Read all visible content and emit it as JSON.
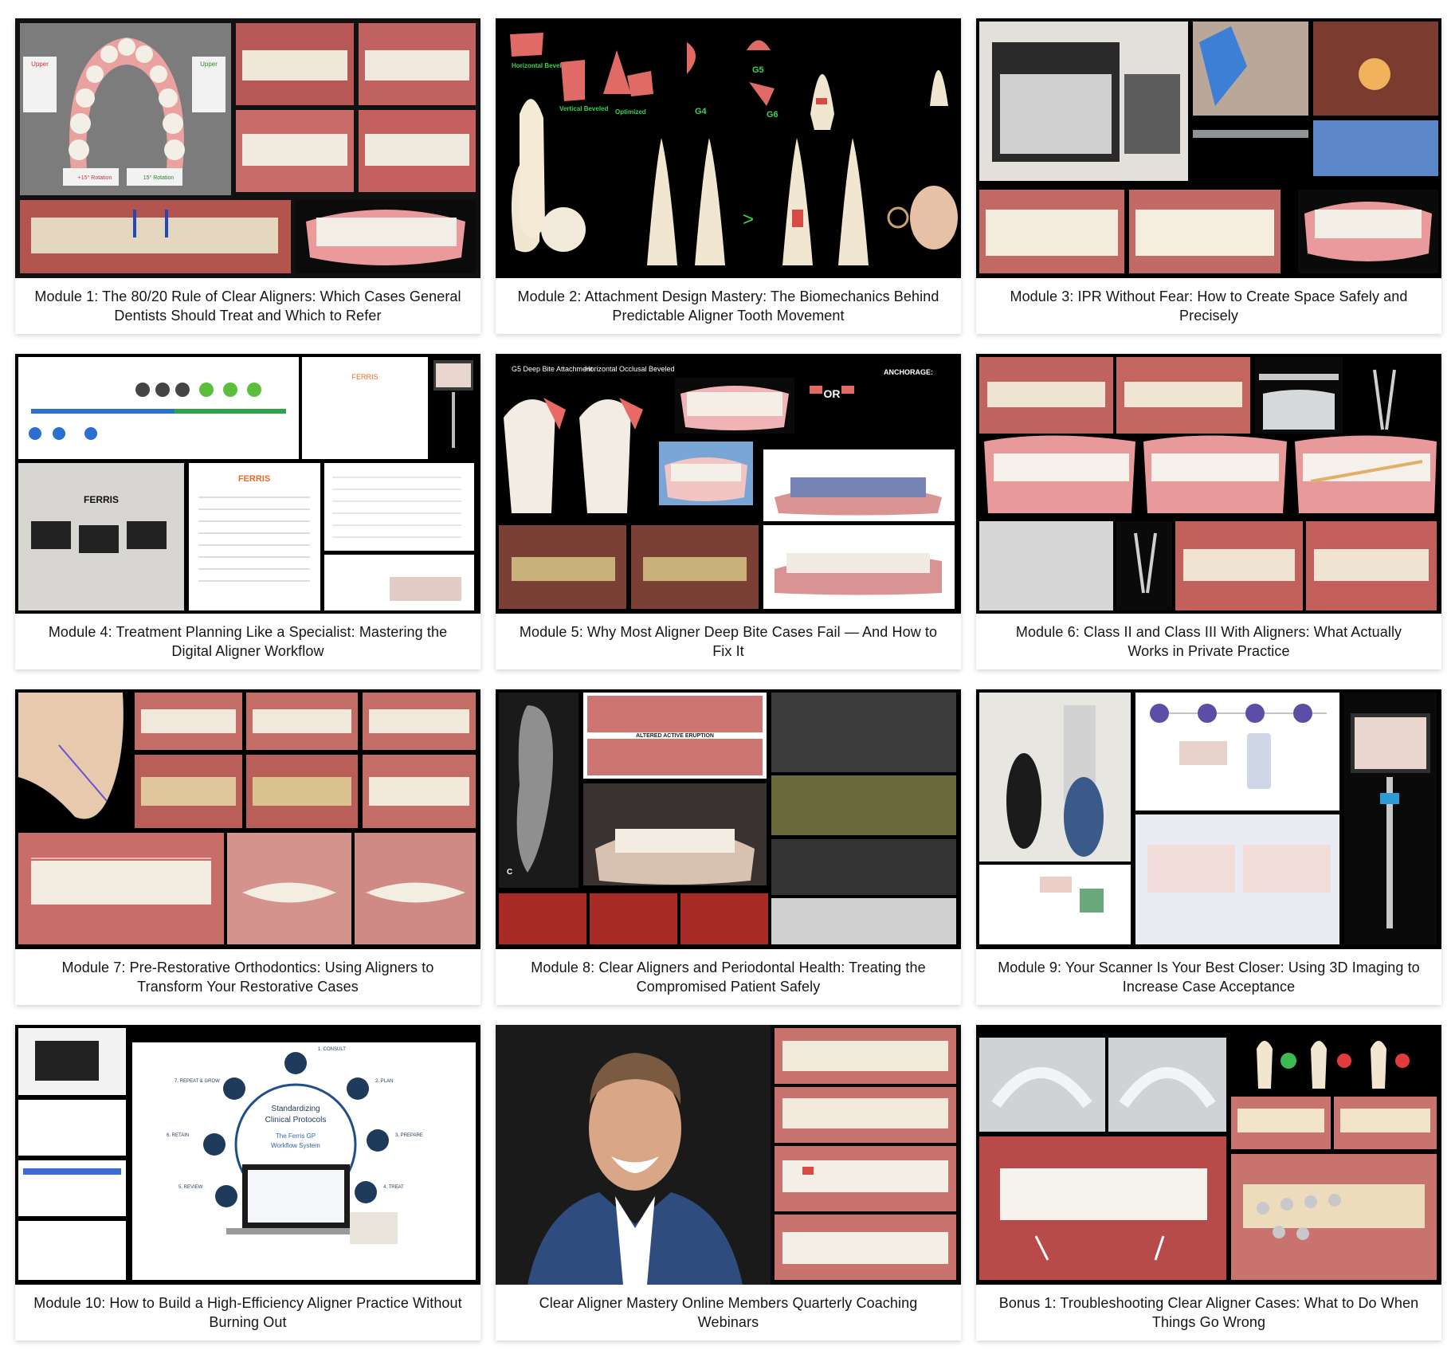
{
  "modules": [
    {
      "title": "Module 1: The 80/20 Rule of Clear Aligners: Which Cases General Dentists Should Treat and Which to Refer",
      "thumb_text": {
        "upper_left": "Upper",
        "upper_right": "Upper",
        "badge_a": "+15° Rotation",
        "badge_b": "15° Rotation"
      }
    },
    {
      "title": "Module 2: Attachment Design Mastery: The Biomechanics Behind Predictable Aligner Tooth Movement",
      "thumb_text": {
        "l1": "Horizontal Beveled",
        "l2": "Vertical Beveled",
        "l3": "Optimized",
        "l4": "G4",
        "l5": "G5",
        "l6": "G6"
      }
    },
    {
      "title": "Module 3: IPR Without Fear: How to Create Space Safely and Precisely",
      "thumb_text": {}
    },
    {
      "title": "Module 4: Treatment Planning Like a Specialist: Mastering the Digital Aligner Workflow",
      "thumb_text": {
        "brand": "FERRIS",
        "brand2": "FERRIS",
        "brand3": "FERRIS"
      }
    },
    {
      "title": "Module 5: Why Most Aligner Deep Bite Cases Fail — And How to Fix It",
      "thumb_text": {
        "l1": "G5 Deep Bite Attachment",
        "l2": "Horizontal Occlusal Beveled",
        "or": "OR",
        "anchor": "ANCHORAGE:"
      }
    },
    {
      "title": "Module 6: Class II and Class III With Aligners: What Actually Works in Private Practice",
      "thumb_text": {}
    },
    {
      "title": "Module 7: Pre-Restorative Orthodontics: Using Aligners to Transform Your Restorative Cases",
      "thumb_text": {}
    },
    {
      "title": "Module 8: Clear Aligners and Periodontal Health: Treating the Compromised Patient Safely",
      "thumb_text": {
        "label": "ALTERED ACTIVE ERUPTION",
        "c": "C"
      }
    },
    {
      "title": "Module 9: Your Scanner Is Your Best Closer: Using 3D Imaging to Increase Case Acceptance",
      "thumb_text": {}
    },
    {
      "title": "Module 10: How to Build a High-Efficiency Aligner Practice Without Burning Out",
      "thumb_text": {
        "center1": "Standardizing",
        "center2": "Clinical Protocols",
        "center3": "The Ferris GP",
        "center4": "Workflow System",
        "s1": "1. CONSULT",
        "s2": "2. PLAN",
        "s3": "3. PREPARE",
        "s4": "4. TREAT",
        "s5": "5. REVIEW",
        "s6": "6. RETAIN",
        "s7": "7. REPEAT & GROW"
      }
    },
    {
      "title": "Clear Aligner Mastery Online Members Quarterly Coaching Webinars",
      "thumb_text": {}
    },
    {
      "title": "Bonus 1: Troubleshooting Clear Aligner Cases: What to Do When Things Go Wrong",
      "thumb_text": {}
    }
  ],
  "colors": {
    "gum": "#d88a8f",
    "tooth": "#efe9dc",
    "black": "#0a0a0a",
    "green_label": "#39d353",
    "attachment_red": "#e15a4f"
  }
}
